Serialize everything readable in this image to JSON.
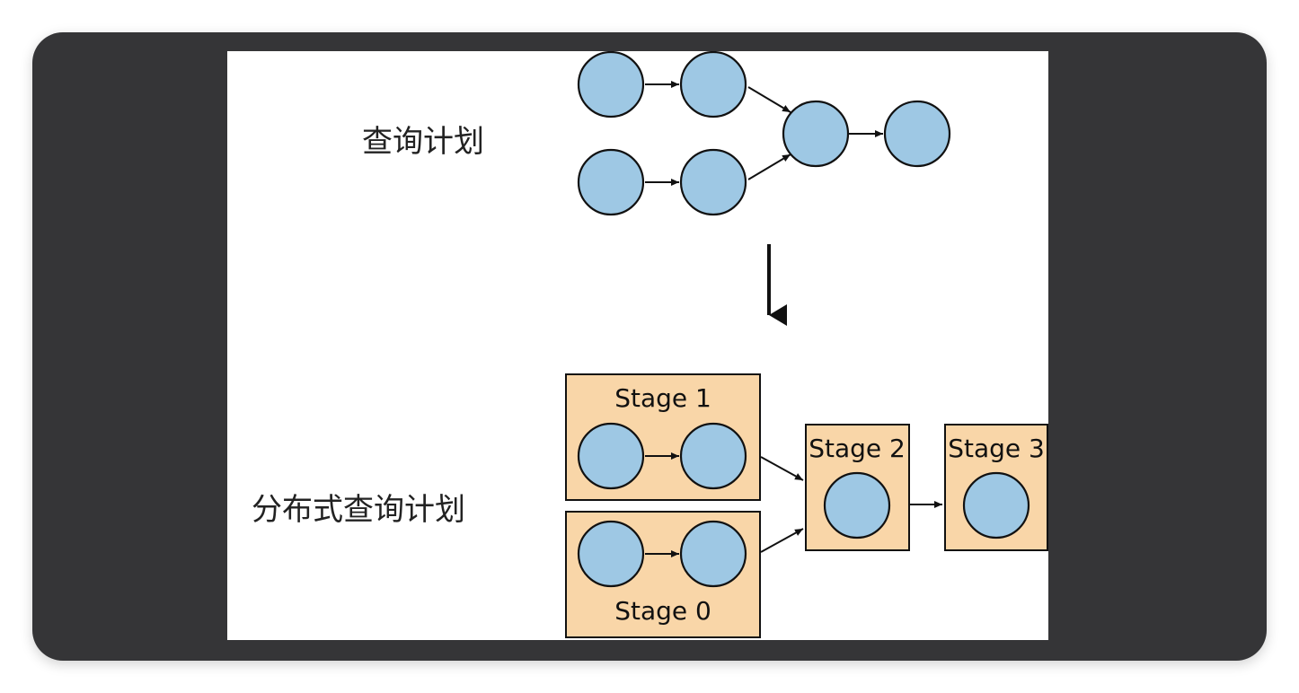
{
  "diagram": {
    "query_plan_label": "查询计划",
    "distributed_plan_label": "分布式查询计划",
    "stages": {
      "stage1": "Stage 1",
      "stage0": "Stage 0",
      "stage2": "Stage 2",
      "stage3": "Stage 3"
    }
  },
  "colors": {
    "frame": "#353537",
    "node_fill": "#9ec8e4",
    "stage_fill": "#f9d6a8",
    "stroke": "#111111"
  }
}
